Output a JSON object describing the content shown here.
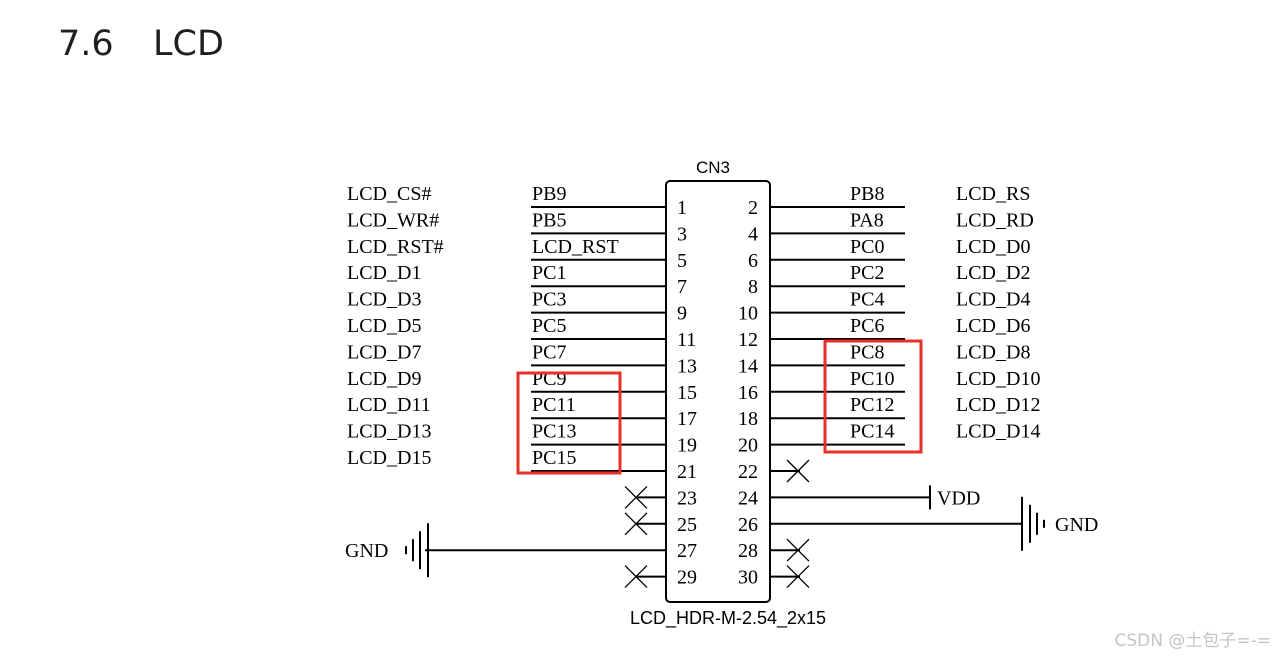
{
  "heading": {
    "number": "7.6",
    "text": "LCD"
  },
  "connector": {
    "ref": "CN3",
    "part": "LCD_HDR-M-2.54_2x15"
  },
  "left_rows": [
    {
      "signal": "LCD_CS#",
      "net": "PB9",
      "pin": "1"
    },
    {
      "signal": "LCD_WR#",
      "net": "PB5",
      "pin": "3"
    },
    {
      "signal": "LCD_RST#",
      "net": "LCD_RST",
      "pin": "5"
    },
    {
      "signal": "LCD_D1",
      "net": "PC1",
      "pin": "7"
    },
    {
      "signal": "LCD_D3",
      "net": "PC3",
      "pin": "9"
    },
    {
      "signal": "LCD_D5",
      "net": "PC5",
      "pin": "11"
    },
    {
      "signal": "LCD_D7",
      "net": "PC7",
      "pin": "13"
    },
    {
      "signal": "LCD_D9",
      "net": "PC9",
      "pin": "15"
    },
    {
      "signal": "LCD_D11",
      "net": "PC11",
      "pin": "17"
    },
    {
      "signal": "LCD_D13",
      "net": "PC13",
      "pin": "19"
    },
    {
      "signal": "LCD_D15",
      "net": "PC15",
      "pin": "21"
    },
    {
      "signal": "",
      "net": "",
      "pin": "23",
      "nc": true
    },
    {
      "signal": "",
      "net": "",
      "pin": "25",
      "nc": true
    },
    {
      "signal": "GND",
      "net": "",
      "pin": "27",
      "ground": true
    },
    {
      "signal": "",
      "net": "",
      "pin": "29",
      "nc": true
    }
  ],
  "right_rows": [
    {
      "signal": "LCD_RS",
      "net": "PB8",
      "pin": "2"
    },
    {
      "signal": "LCD_RD",
      "net": "PA8",
      "pin": "4"
    },
    {
      "signal": "LCD_D0",
      "net": "PC0",
      "pin": "6"
    },
    {
      "signal": "LCD_D2",
      "net": "PC2",
      "pin": "8"
    },
    {
      "signal": "LCD_D4",
      "net": "PC4",
      "pin": "10"
    },
    {
      "signal": "LCD_D6",
      "net": "PC6",
      "pin": "12"
    },
    {
      "signal": "LCD_D8",
      "net": "PC8",
      "pin": "14"
    },
    {
      "signal": "LCD_D10",
      "net": "PC10",
      "pin": "16"
    },
    {
      "signal": "LCD_D12",
      "net": "PC12",
      "pin": "18"
    },
    {
      "signal": "LCD_D14",
      "net": "PC14",
      "pin": "20"
    },
    {
      "signal": "",
      "net": "",
      "pin": "22",
      "nc": true
    },
    {
      "signal": "VDD",
      "net": "",
      "pin": "24",
      "power": true
    },
    {
      "signal": "GND",
      "net": "",
      "pin": "26",
      "ground": true
    },
    {
      "signal": "",
      "net": "",
      "pin": "28",
      "nc": true
    },
    {
      "signal": "",
      "net": "",
      "pin": "30",
      "nc": true
    }
  ],
  "highlight_color": "#e8302a",
  "watermark": "CSDN @土包子=-="
}
